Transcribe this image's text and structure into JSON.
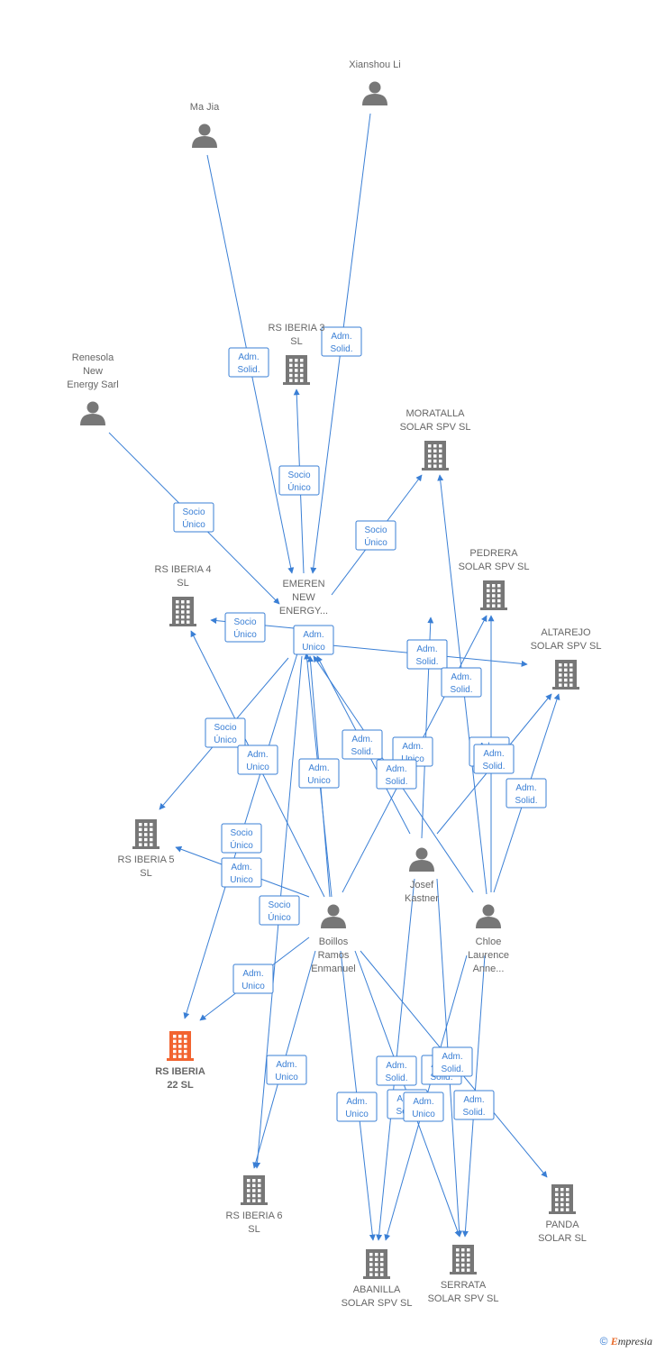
{
  "colors": {
    "edge": "#3a7fd5",
    "node": "#777777",
    "highlight": "#f26430"
  },
  "nodes": [
    {
      "id": "xianshou",
      "type": "person",
      "label": [
        "Xianshou Li"
      ]
    },
    {
      "id": "majia",
      "type": "person",
      "label": [
        "Ma Jia"
      ]
    },
    {
      "id": "rsiberia3",
      "type": "company",
      "label": [
        "RS IBERIA 3",
        "SL"
      ]
    },
    {
      "id": "renesola",
      "type": "person",
      "label": [
        "Renesola",
        "New",
        "Energy Sarl"
      ]
    },
    {
      "id": "moratalla",
      "type": "company",
      "label": [
        "MORATALLA",
        "SOLAR SPV  SL"
      ]
    },
    {
      "id": "pedrera",
      "type": "company",
      "label": [
        "PEDRERA",
        "SOLAR SPV  SL"
      ]
    },
    {
      "id": "rsiberia4",
      "type": "company",
      "label": [
        "RS IBERIA 4",
        "SL"
      ]
    },
    {
      "id": "emeren",
      "type": "company",
      "label": [
        "EMEREN",
        "NEW",
        "ENERGY..."
      ]
    },
    {
      "id": "altarejo",
      "type": "company",
      "label": [
        "ALTAREJO",
        "SOLAR SPV  SL"
      ]
    },
    {
      "id": "rsiberia5",
      "type": "company",
      "label": [
        "RS IBERIA 5",
        "SL"
      ]
    },
    {
      "id": "josef",
      "type": "person",
      "label": [
        "Josef",
        "Kastner"
      ]
    },
    {
      "id": "boillos",
      "type": "person",
      "label": [
        "Boillos",
        "Ramos",
        "Enmanuel"
      ]
    },
    {
      "id": "chloe",
      "type": "person",
      "label": [
        "Chloe",
        "Laurence",
        "Anne..."
      ]
    },
    {
      "id": "rsiberia22",
      "type": "company",
      "highlight": true,
      "label": [
        "RS IBERIA",
        "22  SL"
      ]
    },
    {
      "id": "rsiberia6",
      "type": "company",
      "label": [
        "RS IBERIA 6",
        "SL"
      ]
    },
    {
      "id": "panda",
      "type": "company",
      "label": [
        "PANDA",
        "SOLAR  SL"
      ]
    },
    {
      "id": "serrata",
      "type": "company",
      "label": [
        "SERRATA",
        "SOLAR SPV  SL"
      ]
    },
    {
      "id": "abanilla",
      "type": "company",
      "label": [
        "ABANILLA",
        "SOLAR SPV  SL"
      ]
    }
  ],
  "edges": [
    {
      "from": "majia",
      "to": "emeren",
      "label": [
        "Adm.",
        "Solid."
      ]
    },
    {
      "from": "xianshou",
      "to": "emeren",
      "label": [
        "Adm.",
        "Solid."
      ]
    },
    {
      "from": "emeren",
      "to": "rsiberia3",
      "label": [
        "Socio",
        "Único"
      ]
    },
    {
      "from": "renesola",
      "to": "emeren",
      "label": [
        "Socio",
        "Único"
      ]
    },
    {
      "from": "emeren",
      "to": "moratalla",
      "label": [
        "Socio",
        "Único"
      ]
    },
    {
      "from": "emeren",
      "to": "rsiberia4",
      "label": [
        "Socio",
        "Único"
      ]
    },
    {
      "from": "boillos",
      "to": "emeren",
      "label": [
        "Adm.",
        "Unico"
      ]
    },
    {
      "from": "emeren",
      "to": "altarejo",
      "label": [
        "Adm.",
        "Solid."
      ]
    },
    {
      "from": "josef",
      "to": "pedrera",
      "label": [
        "Adm.",
        "Solid."
      ]
    },
    {
      "from": "chloe",
      "to": "moratalla",
      "label": [
        "Adm.",
        "Solid."
      ]
    },
    {
      "from": "emeren",
      "to": "rsiberia5",
      "label": [
        "Socio",
        "Único"
      ]
    },
    {
      "from": "boillos",
      "to": "rsiberia4",
      "label": [
        "Adm.",
        "Unico"
      ]
    },
    {
      "from": "josef",
      "to": "emeren",
      "label": [
        "Adm.",
        "Solid."
      ]
    },
    {
      "from": "boillos",
      "to": "pedrera",
      "label": [
        "Adm.",
        "Unico"
      ]
    },
    {
      "from": "chloe",
      "to": "emeren",
      "label": [
        "Adm.",
        "Solid."
      ]
    },
    {
      "from": "chloe",
      "to": "pedrera",
      "label": [
        "Adm.",
        "Solid."
      ]
    },
    {
      "from": "josef",
      "to": "altarejo",
      "label": [
        "Adm.",
        "Solid."
      ]
    },
    {
      "from": "chloe",
      "to": "altarejo",
      "label": [
        "Adm.",
        "Solid."
      ]
    },
    {
      "from": "boillos",
      "to": "emeren",
      "label": [
        "Adm.",
        "Unico"
      ]
    },
    {
      "from": "emeren",
      "to": "rsiberia22",
      "label": [
        "Socio",
        "Único"
      ]
    },
    {
      "from": "boillos",
      "to": "rsiberia5",
      "label": [
        "Adm.",
        "Unico"
      ]
    },
    {
      "from": "emeren",
      "to": "rsiberia6",
      "label": [
        "Socio",
        "Único"
      ]
    },
    {
      "from": "boillos",
      "to": "rsiberia22",
      "label": [
        "Adm.",
        "Unico"
      ]
    },
    {
      "from": "boillos",
      "to": "rsiberia6",
      "label": [
        "Adm.",
        "Unico"
      ]
    },
    {
      "from": "boillos",
      "to": "abanilla",
      "label": [
        "Adm.",
        "Unico"
      ]
    },
    {
      "from": "josef",
      "to": "abanilla",
      "label": [
        "Adm.",
        "Solid."
      ]
    },
    {
      "from": "chloe",
      "to": "abanilla",
      "label": [
        "Adm.",
        "Solid."
      ]
    },
    {
      "from": "boillos",
      "to": "serrata",
      "label": [
        "Adm.",
        "Unico"
      ]
    },
    {
      "from": "josef",
      "to": "serrata",
      "label": [
        "Adm.",
        "Solid."
      ]
    },
    {
      "from": "chloe",
      "to": "serrata",
      "label": [
        "Adm.",
        "Solid."
      ]
    },
    {
      "from": "boillos",
      "to": "panda",
      "label": [
        "Adm.",
        "Solid."
      ]
    }
  ],
  "footer": {
    "copyright": "©",
    "brand_first": "E",
    "brand_rest": "mpresia"
  }
}
